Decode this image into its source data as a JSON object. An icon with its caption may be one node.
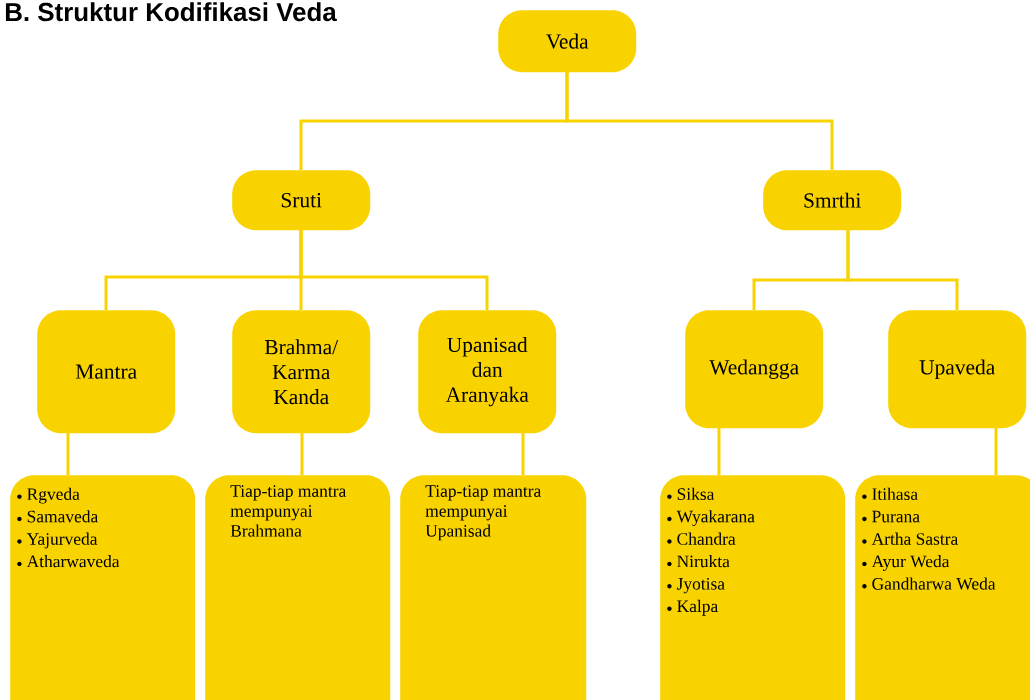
{
  "diagram": {
    "title": "B. Struktur Kodifikasi Veda",
    "nodes": [
      {
        "text": [
          "Veda"
        ]
      },
      {
        "text": [
          "Sruti"
        ]
      },
      {
        "text": [
          "Smrthi"
        ]
      },
      {
        "text": [
          "Mantra"
        ]
      },
      {
        "text": [
          "Brahma/ Karma Kanda"
        ]
      },
      {
        "text": [
          "Upanisad dan Aranyaka"
        ]
      },
      {
        "text": [
          "Wedangga"
        ]
      },
      {
        "text": [
          "Upaveda"
        ]
      },
      {
        "text": [
          "Rgveda",
          "Samaveda",
          "Yajurveda",
          "Atharwaveda"
        ]
      },
      {
        "text": [
          "Tiap-tiap mantra mempunyai Brahmana"
        ]
      },
      {
        "text": [
          "Tiap-tiap mantra mempunyai Upanisad"
        ]
      },
      {
        "text": [
          "Siksa",
          "Wyakarana",
          "Chandra",
          "Nirukta",
          "Jyotisa",
          "Kalpa"
        ]
      },
      {
        "text": [
          "Itihasa",
          "Purana",
          "Artha Sastra",
          "Ayur Weda",
          "Gandharwa Weda"
        ]
      }
    ],
    "edges": [
      {
        "from": 0,
        "to": 1,
        "arrow": "none"
      },
      {
        "from": 0,
        "to": 2,
        "arrow": "none"
      },
      {
        "from": 1,
        "to": 3,
        "arrow": "none"
      },
      {
        "from": 1,
        "to": 4,
        "arrow": "none"
      },
      {
        "from": 1,
        "to": 5,
        "arrow": "none"
      },
      {
        "from": 2,
        "to": 6,
        "arrow": "none"
      },
      {
        "from": 2,
        "to": 7,
        "arrow": "none"
      },
      {
        "from": 3,
        "to": 8,
        "arrow": "none"
      },
      {
        "from": 4,
        "to": 9,
        "arrow": "none"
      },
      {
        "from": 5,
        "to": 10,
        "arrow": "none"
      },
      {
        "from": 6,
        "to": 11,
        "arrow": "none"
      },
      {
        "from": 7,
        "to": 12,
        "arrow": "none"
      }
    ]
  }
}
